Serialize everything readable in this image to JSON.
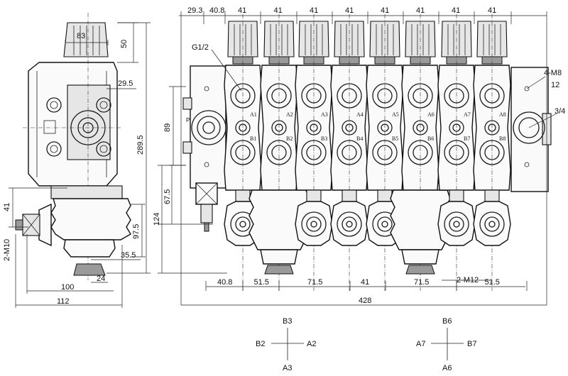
{
  "side_view": {
    "dims": {
      "d83": "83",
      "d50": "50",
      "d29_5": "29.5",
      "d289_5": "289.5",
      "d41": "41",
      "d97_5": "97.5",
      "d35_5": "35.5",
      "d24": "24",
      "d100": "100",
      "d112": "112",
      "m10": "2-M10"
    }
  },
  "front_view": {
    "top_dims": [
      "29.3",
      "40.8",
      "41",
      "41",
      "41",
      "41",
      "41",
      "41",
      "41",
      "41"
    ],
    "bottom_dims": [
      "40.8",
      "51.5",
      "71.5",
      "41",
      "71.5",
      "51.5"
    ],
    "m12": "2-M12",
    "overall": "428",
    "left_dims": {
      "d89": "89",
      "d67_5": "67.5",
      "d124": "124"
    },
    "right_dims": {
      "m8": "4-M8",
      "d12": "12",
      "d3_4": "3/4"
    },
    "thread": "G1/2",
    "p_label": "P",
    "ports_a": [
      "A1",
      "A2",
      "A3",
      "A4",
      "A5",
      "A6",
      "A7",
      "A8"
    ],
    "ports_b": [
      "B1",
      "B2",
      "B3",
      "B4",
      "B5",
      "B6",
      "B7",
      "B8"
    ]
  },
  "diagram_left": {
    "top": "B3",
    "left": "B2",
    "right": "A2",
    "bottom": "A3"
  },
  "diagram_right": {
    "top": "B6",
    "left": "A7",
    "right": "B7",
    "bottom": "A6"
  }
}
